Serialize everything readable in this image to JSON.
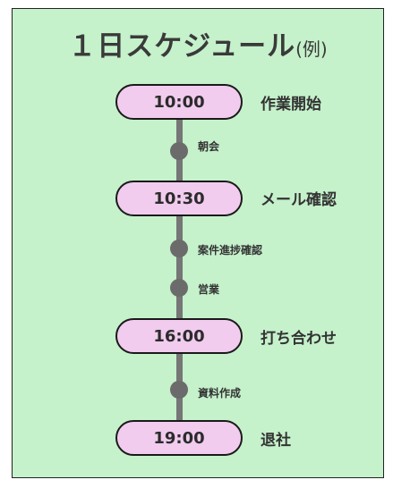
{
  "title": {
    "main": "１日スケジュール",
    "sub": "(例)"
  },
  "schedule": [
    {
      "time": "10:00",
      "label": "作業開始"
    },
    {
      "time": "10:30",
      "label": "メール確認"
    },
    {
      "time": "16:00",
      "label": "打ち合わせ"
    },
    {
      "time": "19:00",
      "label": "退社"
    }
  ],
  "sub_events": [
    {
      "label": "朝会"
    },
    {
      "label": "案件進捗確認"
    },
    {
      "label": "営業"
    },
    {
      "label": "資料作成"
    }
  ],
  "colors": {
    "background": "#c5f1cb",
    "pill_fill": "#f1ccee",
    "timeline": "#767676",
    "dot": "#6b6b6b",
    "text": "#333333"
  }
}
